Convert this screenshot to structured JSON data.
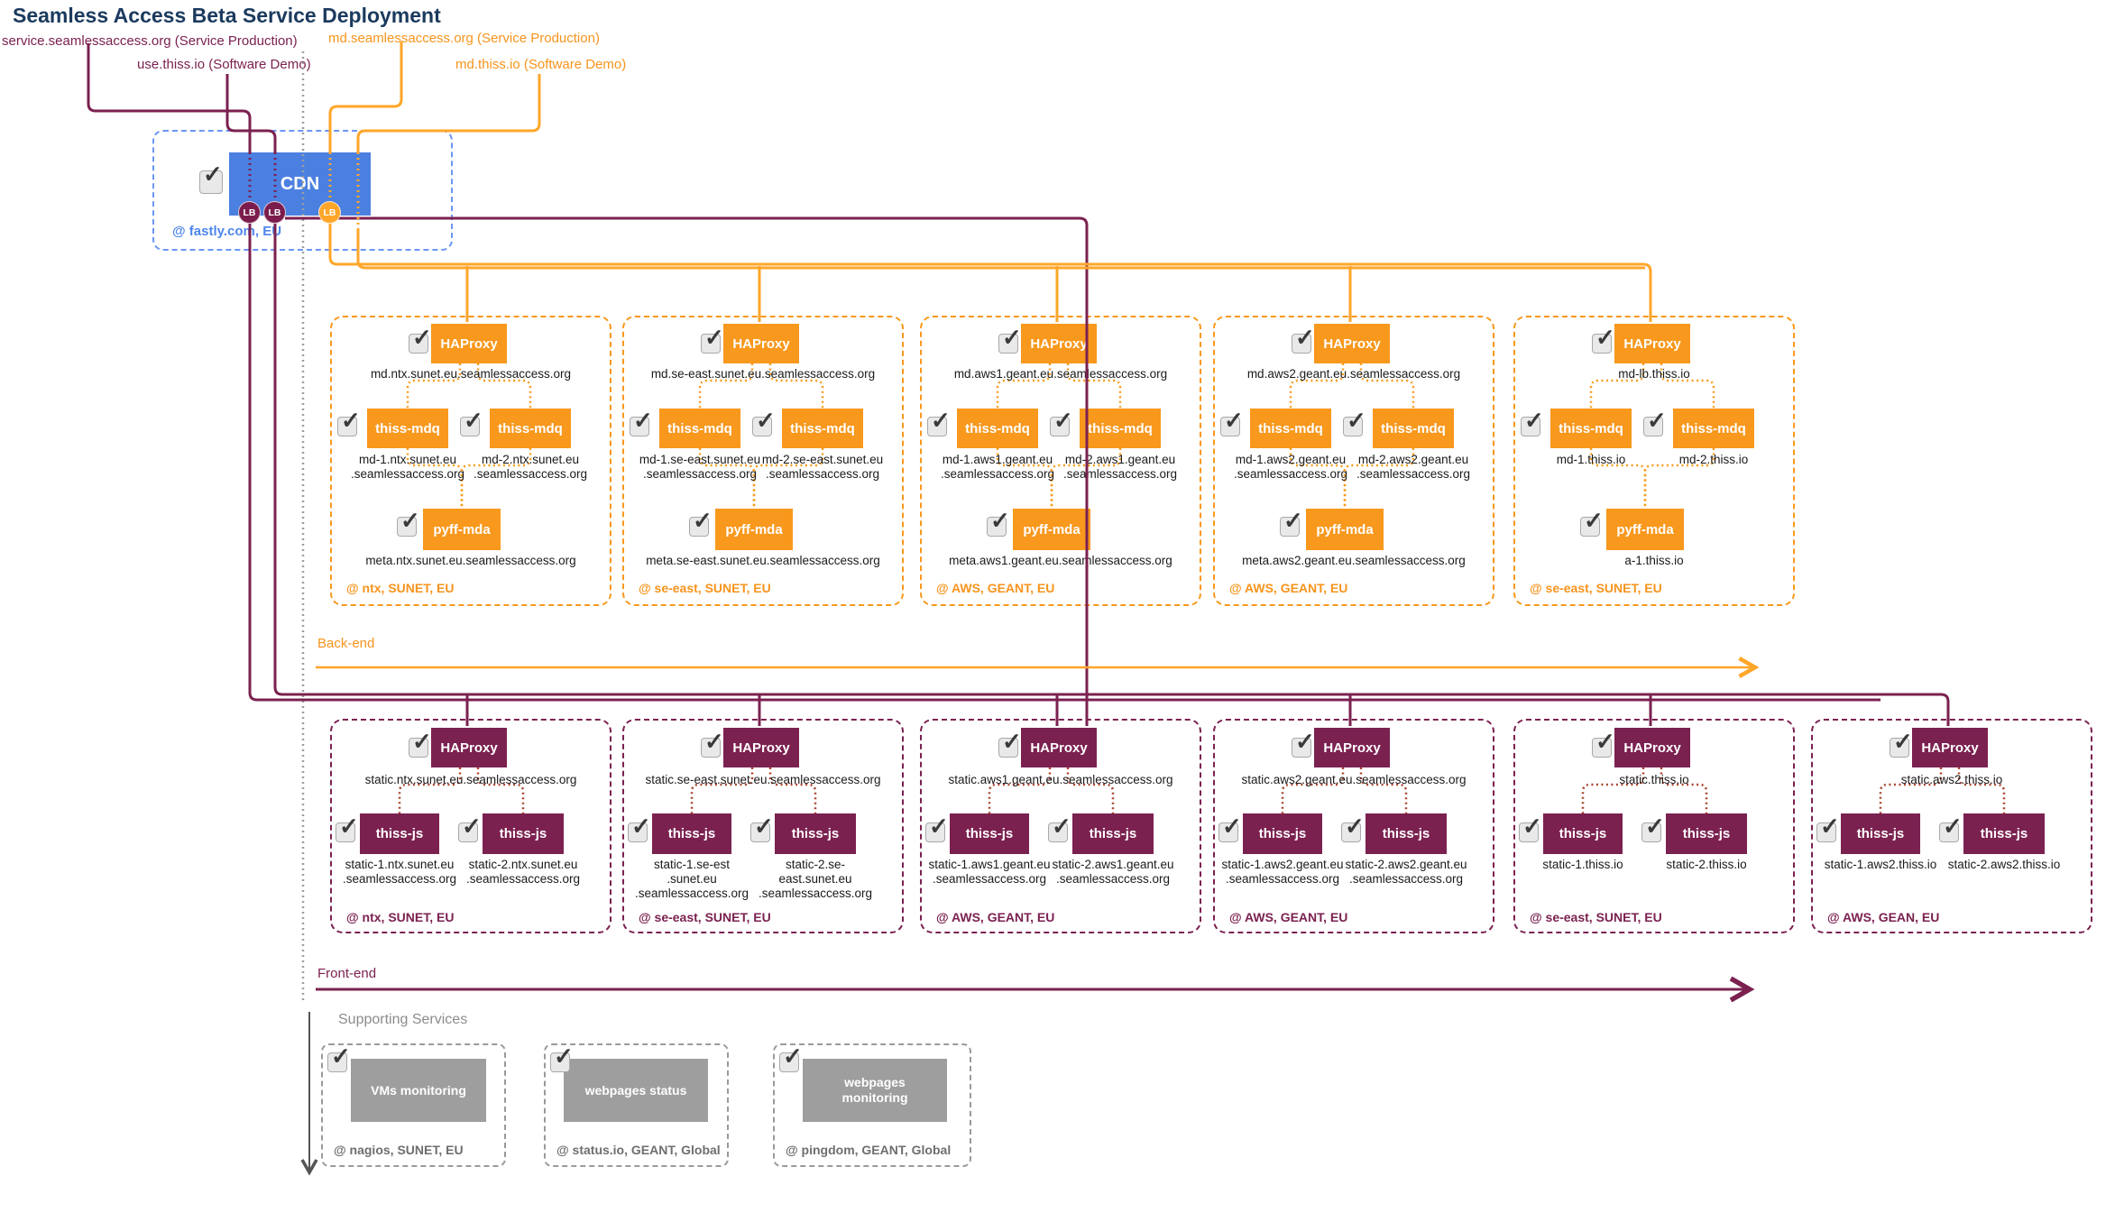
{
  "title": "Seamless Access Beta Service Deployment",
  "colors": {
    "maroon": "#7b2150",
    "orange": "#f8981d",
    "blue": "#4b80e1",
    "gray": "#9e9e9e",
    "navy": "#1b3a5e"
  },
  "top_labels": [
    {
      "text": "service.seamlessaccess.org (Service Production)"
    },
    {
      "text": "use.thiss.io (Software Demo)"
    },
    {
      "text": "md.seamlessaccess.org (Service Production)"
    },
    {
      "text": "md.thiss.io (Software Demo)"
    }
  ],
  "cdn": {
    "label": "CDN",
    "site": "@ fastly.com, EU",
    "lb_badges": [
      {
        "label": "LB"
      },
      {
        "label": "LB"
      },
      {
        "label": "LB"
      }
    ]
  },
  "node_labels": {
    "haproxy": "HAProxy",
    "mdq": "thiss-mdq",
    "mda": "pyff-mda",
    "js": "thiss-js"
  },
  "backend": {
    "flow_label": "Back-end",
    "clusters": [
      {
        "haproxy_host": "md.ntx.sunet.eu.seamlessaccess.org",
        "node1_host": "md-1.ntx.sunet.eu\n.seamlessaccess.org",
        "node2_host": "md-2.ntx.sunet.eu\n.seamlessaccess.org",
        "mda_host": "meta.ntx.sunet.eu.seamlessaccess.org",
        "site": "@ ntx, SUNET, EU"
      },
      {
        "haproxy_host": "md.se-east.sunet.eu.seamlessaccess.org",
        "node1_host": "md-1.se-east.sunet.eu\n.seamlessaccess.org",
        "node2_host": "md-2.se-east.sunet.eu\n.seamlessaccess.org",
        "mda_host": "meta.se-east.sunet.eu.seamlessaccess.org",
        "site": "@ se-east, SUNET, EU"
      },
      {
        "haproxy_host": "md.aws1.geant.eu.seamlessaccess.org",
        "node1_host": "md-1.aws1.geant.eu\n.seamlessaccess.org",
        "node2_host": "md-2.aws1.geant.eu\n.seamlessaccess.org",
        "mda_host": "meta.aws1.geant.eu.seamlessaccess.org",
        "site": "@ AWS, GEANT, EU"
      },
      {
        "haproxy_host": "md.aws2.geant.eu.seamlessaccess.org",
        "node1_host": "md-1.aws2.geant.eu\n.seamlessaccess.org",
        "node2_host": "md-2.aws2.geant.eu\n.seamlessaccess.org",
        "mda_host": "meta.aws2.geant.eu.seamlessaccess.org",
        "site": "@ AWS, GEANT, EU"
      },
      {
        "haproxy_host": "md-lb.thiss.io",
        "node1_host": "md-1.thiss.io",
        "node2_host": "md-2.thiss.io",
        "mda_host": "a-1.thiss.io",
        "site": "@ se-east, SUNET, EU"
      }
    ]
  },
  "frontend": {
    "flow_label": "Front-end",
    "clusters": [
      {
        "haproxy_host": "static.ntx.sunet.eu.seamlessaccess.org",
        "node1_host": "static-1.ntx.sunet.eu\n.seamlessaccess.org",
        "node2_host": "static-2.ntx.sunet.eu\n.seamlessaccess.org",
        "site": "@ ntx, SUNET, EU"
      },
      {
        "haproxy_host": "static.se-east.sunet.eu.seamlessaccess.org",
        "node1_host": "static-1.se-est\n.sunet.eu\n.seamlessaccess.org",
        "node2_host": "static-2.se-\neast.sunet.eu\n.seamlessaccess.org",
        "site": "@ se-east, SUNET, EU"
      },
      {
        "haproxy_host": "static.aws1.geant.eu.seamlessaccess.org",
        "node1_host": "static-1.aws1.geant.eu\n.seamlessaccess.org",
        "node2_host": "static-2.aws1.geant.eu\n.seamlessaccess.org",
        "site": "@ AWS, GEANT, EU"
      },
      {
        "haproxy_host": "static.aws2.geant.eu.seamlessaccess.org",
        "node1_host": "static-1.aws2.geant.eu\n.seamlessaccess.org",
        "node2_host": "static-2.aws2.geant.eu\n.seamlessaccess.org",
        "site": "@ AWS, GEANT, EU"
      },
      {
        "haproxy_host": "static.thiss.io",
        "node1_host": "static-1.thiss.io",
        "node2_host": "static-2.thiss.io",
        "site": "@ se-east, SUNET, EU"
      },
      {
        "haproxy_host": "static.aws2.thiss.io",
        "node1_host": "static-1.aws2.thiss.io",
        "node2_host": "static-2.aws2.thiss.io",
        "site": "@ AWS, GEAN, EU"
      }
    ]
  },
  "supporting": {
    "heading": "Supporting Services",
    "services": [
      {
        "name": "VMs monitoring",
        "site": "@ nagios, SUNET, EU"
      },
      {
        "name": "webpages status",
        "site": "@ status.io, GEANT, Global"
      },
      {
        "name": "webpages monitoring",
        "site": "@ pingdom, GEANT, Global"
      }
    ]
  }
}
